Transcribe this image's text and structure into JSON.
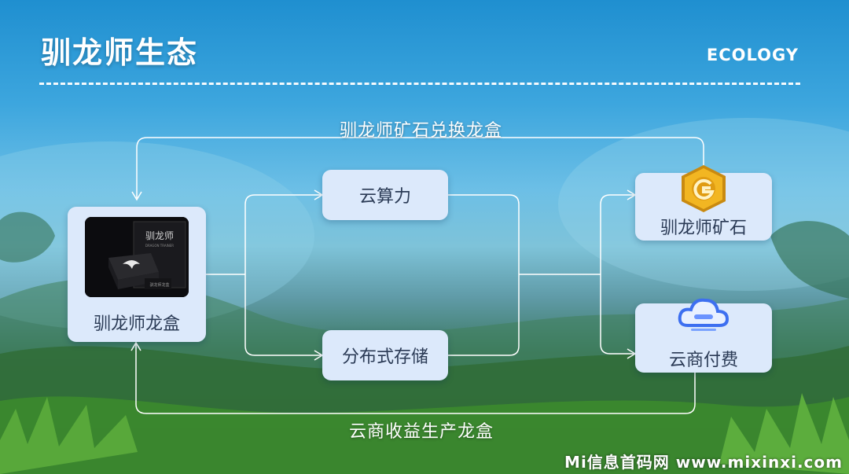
{
  "header": {
    "title": "驯龙师生态",
    "subtitle": "ECOLOGY"
  },
  "nodes": {
    "dragon_box": {
      "label": "驯龙师龙盒",
      "photo_text": "驯龙师",
      "photo_sub": "DRAGON TRAINER",
      "photo_tag": "驯龙师龙盒"
    },
    "cloud_compute": {
      "label": "云算力"
    },
    "distributed_storage": {
      "label": "分布式存储"
    },
    "ore": {
      "label": "驯龙师矿石"
    },
    "cloud_payment": {
      "label": "云商付费"
    }
  },
  "flows": {
    "top": "驯龙师矿石兑换龙盒",
    "bottom": "云商收益生产龙盒"
  },
  "colors": {
    "box_fill": "#dce9fb",
    "box_text": "#2a3a55",
    "connector": "#ffffff",
    "coin_gold": "#f2b622",
    "cloud_blue": "#3d6ff0"
  },
  "icons": {
    "ore": "gold-coin-icon",
    "cloud_payment": "cloud-icon"
  },
  "watermark": "Mi信息首码网 www.mixinxi.com"
}
